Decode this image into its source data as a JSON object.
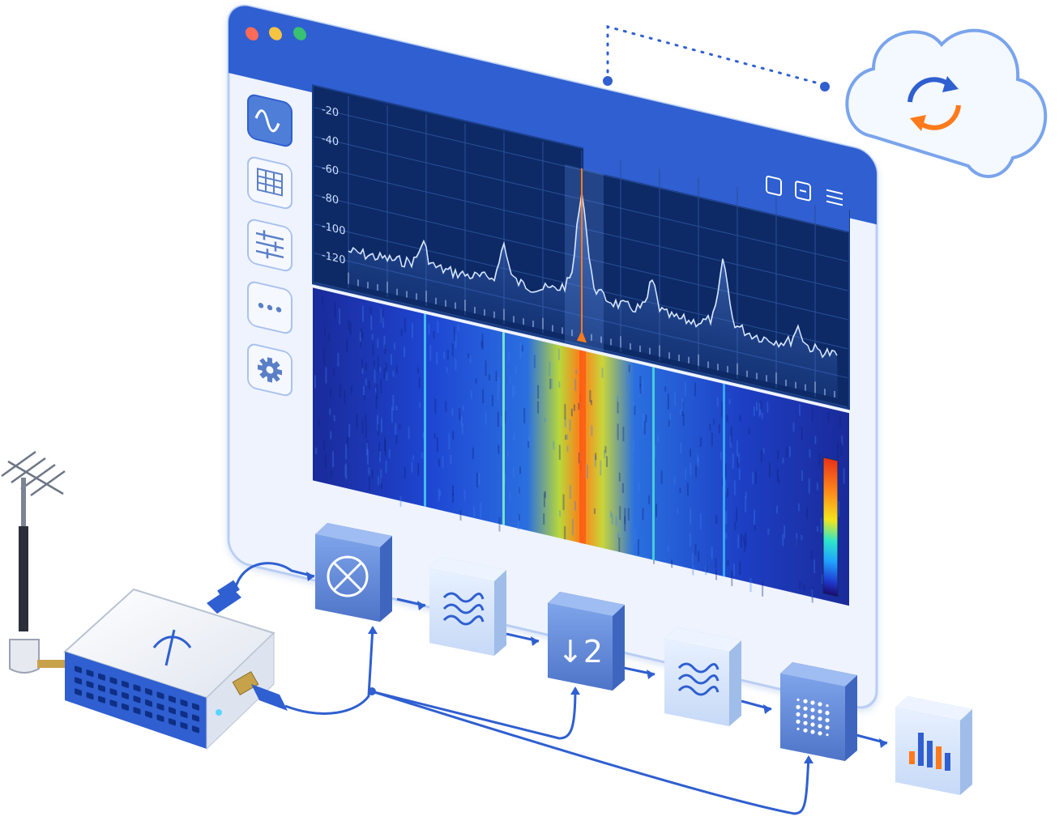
{
  "colors": {
    "brand_blue": "#2f5fd0",
    "window_bezel": "#e9f0ff",
    "spectrum_bg": "#0d2a66",
    "trace": "#cfe3ff",
    "marker": "#ff7a1a",
    "block_dark": "#5d86d6",
    "block_light": "#d8e6fb",
    "device_body": "#f2f4f8",
    "cloud_stroke": "#7aa4ec"
  },
  "window": {
    "traffic_lights": [
      "#ff6b57",
      "#f6c343",
      "#38c172"
    ],
    "sidebar": [
      {
        "name": "waveform-icon",
        "active": true
      },
      {
        "name": "table-grid-icon",
        "active": false
      },
      {
        "name": "sliders-icon",
        "active": false
      },
      {
        "name": "more-dots-icon",
        "active": false
      },
      {
        "name": "gear-icon",
        "active": false
      }
    ],
    "panel_controls": [
      "single-view-icon",
      "split-view-icon",
      "menu-icon"
    ],
    "spectrum": {
      "y_ticks": [
        "-20",
        "-40",
        "-60",
        "-80",
        "-100",
        "-120"
      ],
      "marker_frequency_fraction": 0.47
    },
    "waterfall": {
      "colormap": [
        "#1b0a6b",
        "#1f3bd0",
        "#20a4ff",
        "#2ee6c8",
        "#f2e61c",
        "#ff8c1a",
        "#e8321a"
      ]
    }
  },
  "pipeline": {
    "blocks": [
      {
        "name": "mixer-block",
        "icon": "mixer-cross-icon",
        "text": ""
      },
      {
        "name": "lowpass-filter-block-1",
        "icon": "filter-wave-icon",
        "text": ""
      },
      {
        "name": "decimator-block",
        "icon": "",
        "text": "↓2"
      },
      {
        "name": "lowpass-filter-block-2",
        "icon": "filter-wave-icon",
        "text": ""
      },
      {
        "name": "fft-block",
        "icon": "dot-grid-icon",
        "text": ""
      },
      {
        "name": "output-chart-block",
        "icon": "bar-chart-icon",
        "text": ""
      }
    ]
  },
  "cloud": {
    "icon": "sync-arrows-icon"
  }
}
